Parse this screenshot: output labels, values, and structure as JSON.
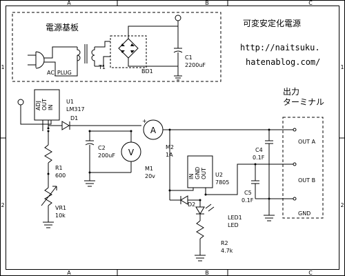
{
  "frame": {
    "col_labels": [
      "A",
      "B",
      "C"
    ],
    "row_labels": [
      "1",
      "2"
    ]
  },
  "title": "可変安定化電源",
  "url": {
    "line1": "http://naitsuku.",
    "line2": "hatenablog.com/"
  },
  "board": {
    "label": "電源基板",
    "ac_plug": "AC_PLUG",
    "transformer": "T1",
    "bridge": "BD1",
    "c1_name": "C1",
    "c1_value": "2200uF"
  },
  "output_terminal": {
    "label_line1": "出力",
    "label_line2": "ターミナル",
    "out_a": "OUT A",
    "out_b": "OUT B",
    "gnd": "GND"
  },
  "components": {
    "u1_name": "U1",
    "u1_part": "LM317",
    "u1_pins": [
      "ADJ",
      "OUT",
      "IN"
    ],
    "d1_name": "D1",
    "c2_name": "C2",
    "c2_value": "200uF",
    "r1_name": "R1",
    "r1_value": "600",
    "vr1_name": "VR1",
    "vr1_value": "10k",
    "m1_name": "M1",
    "m1_value": "20v",
    "m1_symbol": "V",
    "m2_name": "M2",
    "m2_value": "1A",
    "m2_symbol": "A",
    "u2_name": "U2",
    "u2_part": "7805",
    "u2_pins": [
      "IN",
      "GND",
      "OUT"
    ],
    "d2_name": "D2",
    "led1_name": "LED1",
    "led1_value": "LED",
    "r2_name": "R2",
    "r2_value": "4.7k",
    "c4_name": "C4",
    "c4_value": "0.1F",
    "c5_name": "C5",
    "c5_value": "0.1F"
  }
}
